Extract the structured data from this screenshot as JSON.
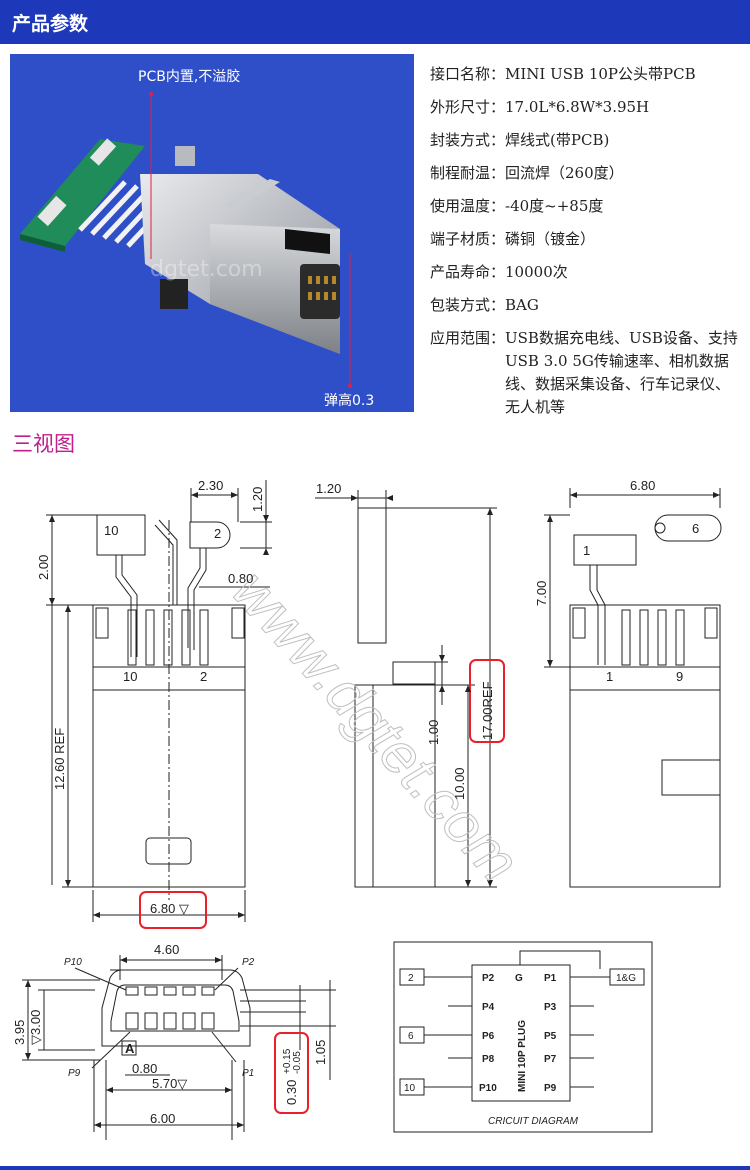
{
  "header": {
    "title": "产品参数"
  },
  "photo": {
    "top_label": "PCB内置,不溢胶",
    "bottom_label": "弹高0.3",
    "watermark": "dgtet.com"
  },
  "specs": [
    {
      "label": "接口名称：",
      "value": "MINI USB 10P公头带PCB"
    },
    {
      "label": "外形尺寸：",
      "value": "17.0L*6.8W*3.95H"
    },
    {
      "label": "封装方式：",
      "value": "焊线式(带PCB)"
    },
    {
      "label": "制程耐温：",
      "value": "回流焊（260度）"
    },
    {
      "label": "使用温度：",
      "value": "-40度~+85度"
    },
    {
      "label": "端子材质：",
      "value": "磷铜（镀金）"
    },
    {
      "label": "产品寿命：",
      "value": "10000次"
    },
    {
      "label": "包装方式：",
      "value": "BAG"
    }
  ],
  "application": {
    "label": "应用范围：",
    "value": "USB数据充电线、USB设备、支持USB 3.0 5G传输速率、相机数据线、数据采集设备、行车记录仪、 无人机等"
  },
  "section_title": "三视图",
  "drawing": {
    "watermark": "www.dgtet.com",
    "front": {
      "d230": "2.30",
      "d120": "1.20",
      "d080": "0.80",
      "d200": "2.00",
      "d1260": "12.60 REF",
      "d680": "6.80 ▽",
      "pin10": "10",
      "pin2": "2",
      "pin10b": "10",
      "pin2b": "2"
    },
    "side": {
      "d120": "1.20",
      "d100": "1.00",
      "d1000": "10.00",
      "d1700": "17.00REF"
    },
    "back": {
      "d680": "6.80",
      "d700": "7.00",
      "pin6": "6",
      "pin1": "1",
      "pin1b": "1",
      "pin9": "9"
    },
    "face": {
      "d460": "4.60",
      "p10": "P10",
      "p2": "P2",
      "p9": "P9",
      "p1": "P1",
      "d395": "3.95",
      "d300": "▽3.00",
      "mark_a": "A",
      "d080": "0.80",
      "d570": "5.70▽",
      "d600": "6.00",
      "d105": "1.05",
      "tol": "0.30",
      "tol_plus": "+0.15",
      "tol_minus": "-0.05"
    },
    "circuit": {
      "title": "CRICUIT DIAGRAM",
      "plug": "MINI 10P PLUG",
      "pins_left": [
        "P2",
        "P4",
        "P6",
        "P8",
        "P10"
      ],
      "pins_right": [
        "P1",
        "P3",
        "P5",
        "P7",
        "P9"
      ],
      "g": "G",
      "box2": "2",
      "box6": "6",
      "box10": "10",
      "box1g": "1&G"
    }
  }
}
